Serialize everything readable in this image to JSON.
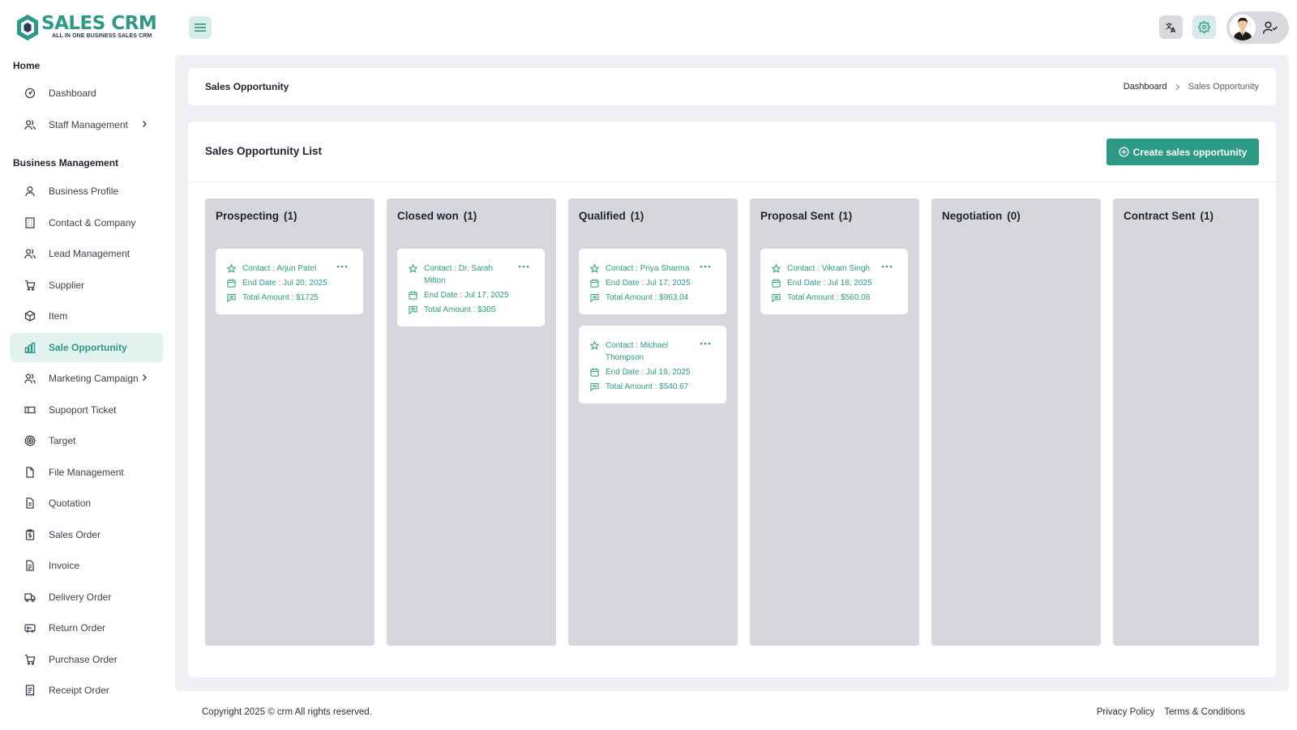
{
  "brand": {
    "name": "SALES CRM",
    "tagline": "ALL IN ONE BUSINESS SALES CRM",
    "color": "#2d9a85"
  },
  "sidebar": {
    "sections": [
      {
        "title": "Home"
      },
      {
        "title": "Business Management"
      }
    ],
    "items": [
      {
        "label": "Dashboard",
        "icon": "dashboard-icon"
      },
      {
        "label": "Staff Management",
        "icon": "users-icon",
        "has_submenu": true
      },
      {
        "label": "Business Profile",
        "icon": "user-icon"
      },
      {
        "label": "Contact & Company",
        "icon": "building-icon"
      },
      {
        "label": "Lead Management",
        "icon": "users-icon"
      },
      {
        "label": "Supplier",
        "icon": "cart-icon"
      },
      {
        "label": "Item",
        "icon": "box-icon"
      },
      {
        "label": "Sale Opportunity",
        "icon": "bar-chart-icon",
        "active": true
      },
      {
        "label": "Marketing Campaign",
        "icon": "users-icon",
        "has_submenu": true
      },
      {
        "label": "Supoport Ticket",
        "icon": "ticket-icon"
      },
      {
        "label": "Target",
        "icon": "target-icon"
      },
      {
        "label": "File Management",
        "icon": "file-icon"
      },
      {
        "label": "Quotation",
        "icon": "document-icon"
      },
      {
        "label": "Sales Order",
        "icon": "clipboard-dollar-icon"
      },
      {
        "label": "Invoice",
        "icon": "invoice-icon"
      },
      {
        "label": "Delivery Order",
        "icon": "truck-icon"
      },
      {
        "label": "Return Order",
        "icon": "return-icon"
      },
      {
        "label": "Purchase Order",
        "icon": "cart-icon"
      },
      {
        "label": "Receipt Order",
        "icon": "receipt-icon"
      }
    ]
  },
  "header": {
    "page_title": "Sales Opportunity",
    "breadcrumb": {
      "home": "Dashboard",
      "current": "Sales Opportunity"
    }
  },
  "list": {
    "title": "Sales Opportunity List",
    "create_label": "Create sales opportunity"
  },
  "columns": [
    {
      "name": "Prospecting",
      "count": "(1)",
      "cards": [
        {
          "contact": "Contact : Arjun Patel",
          "end_date": "End Date : Jul 20, 2025",
          "amount": "Total Amount : $1725"
        }
      ]
    },
    {
      "name": "Closed won",
      "count": "(1)",
      "cards": [
        {
          "contact": "Contact : Dr. Sarah Milton",
          "end_date": "End Date : Jul 17, 2025",
          "amount": "Total Amount : $305"
        }
      ]
    },
    {
      "name": "Qualified",
      "count": "(1)",
      "cards": [
        {
          "contact": "Contact : Priya Sharma",
          "end_date": "End Date : Jul 17, 2025",
          "amount": "Total Amount : $963.04"
        },
        {
          "contact": "Contact : Michael Thompson",
          "end_date": "End Date : Jul 19, 2025",
          "amount": "Total Amount : $540.67"
        }
      ]
    },
    {
      "name": "Proposal Sent",
      "count": "(1)",
      "cards": [
        {
          "contact": "Contact : Vikram Singh",
          "end_date": "End Date : Jul 18, 2025",
          "amount": "Total Amount : $560.08"
        }
      ]
    },
    {
      "name": "Negotiation",
      "count": "(0)",
      "cards": []
    },
    {
      "name": "Contract Sent",
      "count": "(1)",
      "cards": []
    }
  ],
  "footer": {
    "copyright": "Copyright 2025 © crm All rights reserved.",
    "privacy": "Privacy Policy",
    "terms": "Terms & Conditions"
  }
}
